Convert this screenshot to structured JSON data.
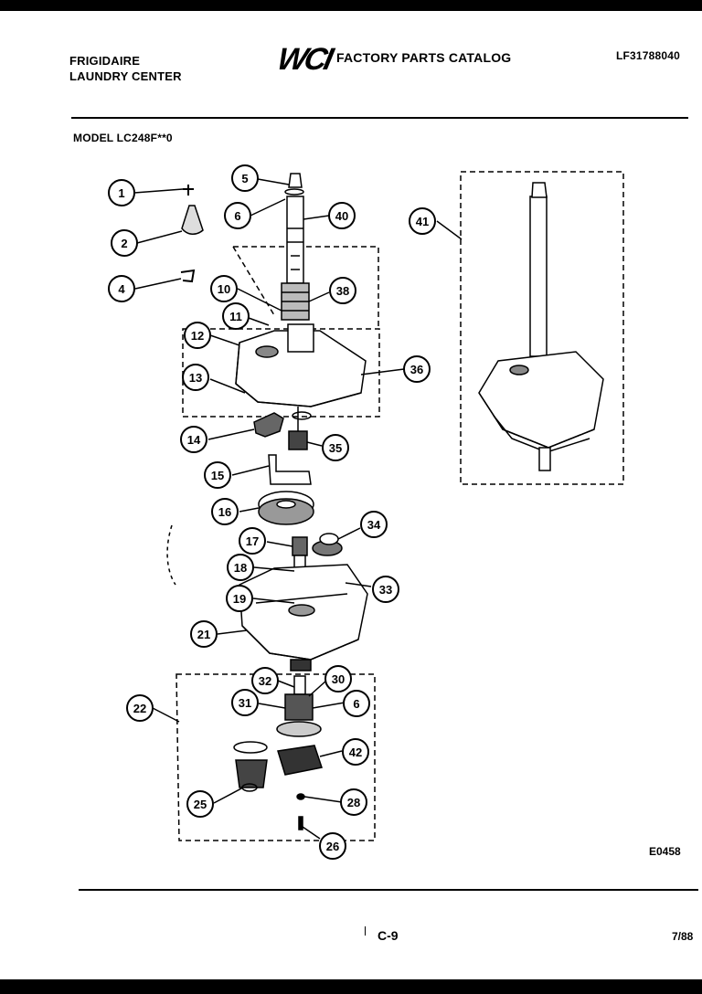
{
  "header": {
    "brand_line1": "FRIGIDAIRE",
    "brand_line2": "LAUNDRY CENTER",
    "logo_text": "WCI",
    "catalog_title": "FACTORY PARTS CATALOG",
    "part_number": "LF31788040",
    "model": "MODEL LC248F**0"
  },
  "callouts": [
    {
      "id": "c1",
      "label": "1"
    },
    {
      "id": "c2",
      "label": "2"
    },
    {
      "id": "c4",
      "label": "4"
    },
    {
      "id": "c5",
      "label": "5"
    },
    {
      "id": "c6a",
      "label": "6"
    },
    {
      "id": "c40",
      "label": "40"
    },
    {
      "id": "c10",
      "label": "10"
    },
    {
      "id": "c38",
      "label": "38"
    },
    {
      "id": "c11",
      "label": "11"
    },
    {
      "id": "c12",
      "label": "12"
    },
    {
      "id": "c36",
      "label": "36"
    },
    {
      "id": "c13",
      "label": "13"
    },
    {
      "id": "c14",
      "label": "14"
    },
    {
      "id": "c35",
      "label": "35"
    },
    {
      "id": "c15",
      "label": "15"
    },
    {
      "id": "c16",
      "label": "16"
    },
    {
      "id": "c34",
      "label": "34"
    },
    {
      "id": "c17",
      "label": "17"
    },
    {
      "id": "c18",
      "label": "18"
    },
    {
      "id": "c33",
      "label": "33"
    },
    {
      "id": "c19",
      "label": "19"
    },
    {
      "id": "c21",
      "label": "21"
    },
    {
      "id": "c41",
      "label": "41"
    },
    {
      "id": "c32",
      "label": "32"
    },
    {
      "id": "c30",
      "label": "30"
    },
    {
      "id": "c31",
      "label": "31"
    },
    {
      "id": "c6b",
      "label": "6"
    },
    {
      "id": "c22",
      "label": "22"
    },
    {
      "id": "c42",
      "label": "42"
    },
    {
      "id": "c25",
      "label": "25"
    },
    {
      "id": "c28",
      "label": "28"
    },
    {
      "id": "c26",
      "label": "26"
    }
  ],
  "footer": {
    "drawing_code": "E0458",
    "page": "C-9",
    "date": "7/88"
  }
}
